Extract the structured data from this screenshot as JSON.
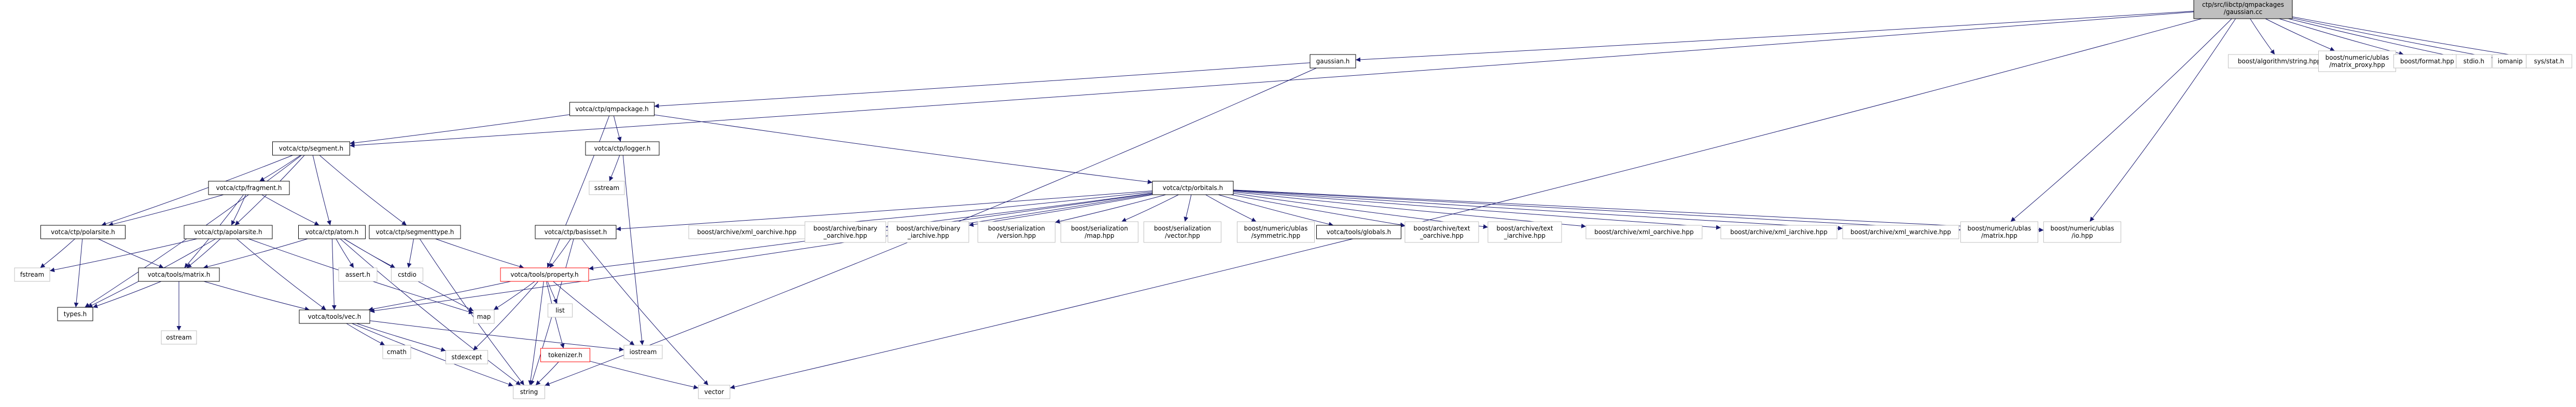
{
  "colors": {
    "root_fill": "#bfbfbf",
    "local_fill": "#ffffff",
    "local_stroke": "#000000",
    "external_stroke": "#bfbfbf",
    "highlight_stroke": "#ff0000",
    "edge": "#191970",
    "text": "#000000"
  },
  "nodes": [
    {
      "id": "root",
      "lines": [
        "ctp/src/libctp/qmpackages",
        "/gaussian.cc"
      ],
      "kind": "root"
    },
    {
      "id": "gaussian_h",
      "lines": [
        "gaussian.h"
      ],
      "kind": "local"
    },
    {
      "id": "boost_algo_string",
      "lines": [
        "boost/algorithm/string.hpp"
      ],
      "kind": "external"
    },
    {
      "id": "boost_matrix_proxy",
      "lines": [
        "boost/numeric/ublas",
        "/matrix_proxy.hpp"
      ],
      "kind": "external"
    },
    {
      "id": "boost_format",
      "lines": [
        "boost/format.hpp"
      ],
      "kind": "external"
    },
    {
      "id": "stdio_h",
      "lines": [
        "stdio.h"
      ],
      "kind": "external"
    },
    {
      "id": "iomanip",
      "lines": [
        "iomanip"
      ],
      "kind": "external"
    },
    {
      "id": "sys_stat",
      "lines": [
        "sys/stat.h"
      ],
      "kind": "external"
    },
    {
      "id": "qmpackage",
      "lines": [
        "votca/ctp/qmpackage.h"
      ],
      "kind": "local"
    },
    {
      "id": "segment",
      "lines": [
        "votca/ctp/segment.h"
      ],
      "kind": "local"
    },
    {
      "id": "logger",
      "lines": [
        "votca/ctp/logger.h"
      ],
      "kind": "local"
    },
    {
      "id": "orbitals",
      "lines": [
        "votca/ctp/orbitals.h"
      ],
      "kind": "local"
    },
    {
      "id": "sstream",
      "lines": [
        "sstream"
      ],
      "kind": "external"
    },
    {
      "id": "fragment",
      "lines": [
        "votca/ctp/fragment.h"
      ],
      "kind": "local"
    },
    {
      "id": "segmenttype",
      "lines": [
        "votca/ctp/segmenttype.h"
      ],
      "kind": "local"
    },
    {
      "id": "polarsite",
      "lines": [
        "votca/ctp/polarsite.h"
      ],
      "kind": "local"
    },
    {
      "id": "apolarsite",
      "lines": [
        "votca/ctp/apolarsite.h"
      ],
      "kind": "local"
    },
    {
      "id": "atom",
      "lines": [
        "votca/ctp/atom.h"
      ],
      "kind": "local"
    },
    {
      "id": "basisset",
      "lines": [
        "votca/ctp/basisset.h"
      ],
      "kind": "local"
    },
    {
      "id": "b_xml_oarchive",
      "lines": [
        "boost/archive/xml_oarchive.hpp"
      ],
      "kind": "external"
    },
    {
      "id": "b_bin_oarchive",
      "lines": [
        "boost/archive/binary",
        "_oarchive.hpp"
      ],
      "kind": "external"
    },
    {
      "id": "b_bin_iarchive",
      "lines": [
        "boost/archive/binary",
        "_iarchive.hpp"
      ],
      "kind": "external"
    },
    {
      "id": "b_ser_version",
      "lines": [
        "boost/serialization",
        "/version.hpp"
      ],
      "kind": "external"
    },
    {
      "id": "b_ser_map",
      "lines": [
        "boost/serialization",
        "/map.hpp"
      ],
      "kind": "external"
    },
    {
      "id": "b_ser_vector",
      "lines": [
        "boost/serialization",
        "/vector.hpp"
      ],
      "kind": "external"
    },
    {
      "id": "b_ublas_sym",
      "lines": [
        "boost/numeric/ublas",
        "/symmetric.hpp"
      ],
      "kind": "external"
    },
    {
      "id": "globals",
      "lines": [
        "votca/tools/globals.h"
      ],
      "kind": "local"
    },
    {
      "id": "b_text_oarchive",
      "lines": [
        "boost/archive/text",
        "_oarchive.hpp"
      ],
      "kind": "external"
    },
    {
      "id": "b_text_iarchive",
      "lines": [
        "boost/archive/text",
        "_iarchive.hpp"
      ],
      "kind": "external"
    },
    {
      "id": "b_xml_oarchive2",
      "lines": [
        "boost/archive/xml_oarchive.hpp"
      ],
      "kind": "external"
    },
    {
      "id": "b_xml_iarchive",
      "lines": [
        "boost/archive/xml_iarchive.hpp"
      ],
      "kind": "external"
    },
    {
      "id": "b_xml_warchive",
      "lines": [
        "boost/archive/xml_warchive.hpp"
      ],
      "kind": "external"
    },
    {
      "id": "b_ublas_matrix",
      "lines": [
        "boost/numeric/ublas",
        "/matrix.hpp"
      ],
      "kind": "external"
    },
    {
      "id": "b_ublas_io",
      "lines": [
        "boost/numeric/ublas",
        "/io.hpp"
      ],
      "kind": "external"
    },
    {
      "id": "fstream",
      "lines": [
        "fstream"
      ],
      "kind": "external"
    },
    {
      "id": "matrix",
      "lines": [
        "votca/tools/matrix.h"
      ],
      "kind": "local"
    },
    {
      "id": "assert_h",
      "lines": [
        "assert.h"
      ],
      "kind": "external"
    },
    {
      "id": "cstdio",
      "lines": [
        "cstdio"
      ],
      "kind": "external"
    },
    {
      "id": "property",
      "lines": [
        "votca/tools/property.h"
      ],
      "kind": "highlight"
    },
    {
      "id": "list",
      "lines": [
        "list"
      ],
      "kind": "external"
    },
    {
      "id": "types",
      "lines": [
        "types.h"
      ],
      "kind": "local"
    },
    {
      "id": "ostream",
      "lines": [
        "ostream"
      ],
      "kind": "external"
    },
    {
      "id": "vec",
      "lines": [
        "votca/tools/vec.h"
      ],
      "kind": "local"
    },
    {
      "id": "map",
      "lines": [
        "map"
      ],
      "kind": "external"
    },
    {
      "id": "iostream",
      "lines": [
        "iostream"
      ],
      "kind": "external"
    },
    {
      "id": "cmath",
      "lines": [
        "cmath"
      ],
      "kind": "external"
    },
    {
      "id": "stdexcept",
      "lines": [
        "stdexcept"
      ],
      "kind": "external"
    },
    {
      "id": "tokenizer",
      "lines": [
        "tokenizer.h"
      ],
      "kind": "highlight"
    },
    {
      "id": "string",
      "lines": [
        "string"
      ],
      "kind": "external"
    },
    {
      "id": "vector",
      "lines": [
        "vector"
      ],
      "kind": "external"
    }
  ],
  "edges": [
    [
      "root",
      "gaussian_h"
    ],
    [
      "root",
      "boost_algo_string"
    ],
    [
      "root",
      "boost_matrix_proxy"
    ],
    [
      "root",
      "boost_format"
    ],
    [
      "root",
      "stdio_h"
    ],
    [
      "root",
      "iomanip"
    ],
    [
      "root",
      "sys_stat"
    ],
    [
      "root",
      "b_ublas_matrix"
    ],
    [
      "root",
      "b_ublas_io"
    ],
    [
      "root",
      "vector"
    ],
    [
      "root",
      "segment"
    ],
    [
      "gaussian_h",
      "qmpackage"
    ],
    [
      "gaussian_h",
      "string"
    ],
    [
      "qmpackage",
      "segment"
    ],
    [
      "qmpackage",
      "logger"
    ],
    [
      "qmpackage",
      "orbitals"
    ],
    [
      "qmpackage",
      "property"
    ],
    [
      "logger",
      "sstream"
    ],
    [
      "logger",
      "iostream"
    ],
    [
      "segment",
      "fragment"
    ],
    [
      "segment",
      "segmenttype"
    ],
    [
      "segment",
      "polarsite"
    ],
    [
      "segment",
      "apolarsite"
    ],
    [
      "segment",
      "atom"
    ],
    [
      "segment",
      "types"
    ],
    [
      "fragment",
      "apolarsite"
    ],
    [
      "fragment",
      "atom"
    ],
    [
      "fragment",
      "polarsite"
    ],
    [
      "fragment",
      "matrix"
    ],
    [
      "segmenttype",
      "cstdio"
    ],
    [
      "segmenttype",
      "string"
    ],
    [
      "segmenttype",
      "property"
    ],
    [
      "polarsite",
      "types"
    ],
    [
      "polarsite",
      "fstream"
    ],
    [
      "polarsite",
      "matrix"
    ],
    [
      "apolarsite",
      "matrix"
    ],
    [
      "apolarsite",
      "types"
    ],
    [
      "apolarsite",
      "map"
    ],
    [
      "apolarsite",
      "vec"
    ],
    [
      "apolarsite",
      "fstream"
    ],
    [
      "atom",
      "assert_h"
    ],
    [
      "atom",
      "cstdio"
    ],
    [
      "atom",
      "vec"
    ],
    [
      "atom",
      "string"
    ],
    [
      "atom",
      "matrix"
    ],
    [
      "atom",
      "map"
    ],
    [
      "orbitals",
      "basisset"
    ],
    [
      "orbitals",
      "b_xml_oarchive"
    ],
    [
      "orbitals",
      "b_bin_oarchive"
    ],
    [
      "orbitals",
      "b_bin_iarchive"
    ],
    [
      "orbitals",
      "b_ser_version"
    ],
    [
      "orbitals",
      "b_ser_map"
    ],
    [
      "orbitals",
      "b_ser_vector"
    ],
    [
      "orbitals",
      "b_ublas_sym"
    ],
    [
      "orbitals",
      "globals"
    ],
    [
      "orbitals",
      "b_text_oarchive"
    ],
    [
      "orbitals",
      "b_text_iarchive"
    ],
    [
      "orbitals",
      "b_xml_oarchive2"
    ],
    [
      "orbitals",
      "b_xml_iarchive"
    ],
    [
      "orbitals",
      "b_xml_warchive"
    ],
    [
      "orbitals",
      "b_ublas_matrix"
    ],
    [
      "orbitals",
      "b_ublas_io"
    ],
    [
      "orbitals",
      "property"
    ],
    [
      "orbitals",
      "vec"
    ],
    [
      "basisset",
      "property"
    ],
    [
      "basisset",
      "vector"
    ],
    [
      "basisset",
      "string"
    ],
    [
      "matrix",
      "types"
    ],
    [
      "matrix",
      "ostream"
    ],
    [
      "matrix",
      "vec"
    ],
    [
      "property",
      "map"
    ],
    [
      "property",
      "list"
    ],
    [
      "property",
      "string"
    ],
    [
      "property",
      "vec"
    ],
    [
      "property",
      "stdexcept"
    ],
    [
      "property",
      "tokenizer"
    ],
    [
      "property",
      "iostream"
    ],
    [
      "vec",
      "iostream"
    ],
    [
      "vec",
      "cmath"
    ],
    [
      "vec",
      "string"
    ],
    [
      "vec",
      "stdexcept"
    ],
    [
      "tokenizer",
      "string"
    ],
    [
      "tokenizer",
      "vector"
    ]
  ]
}
